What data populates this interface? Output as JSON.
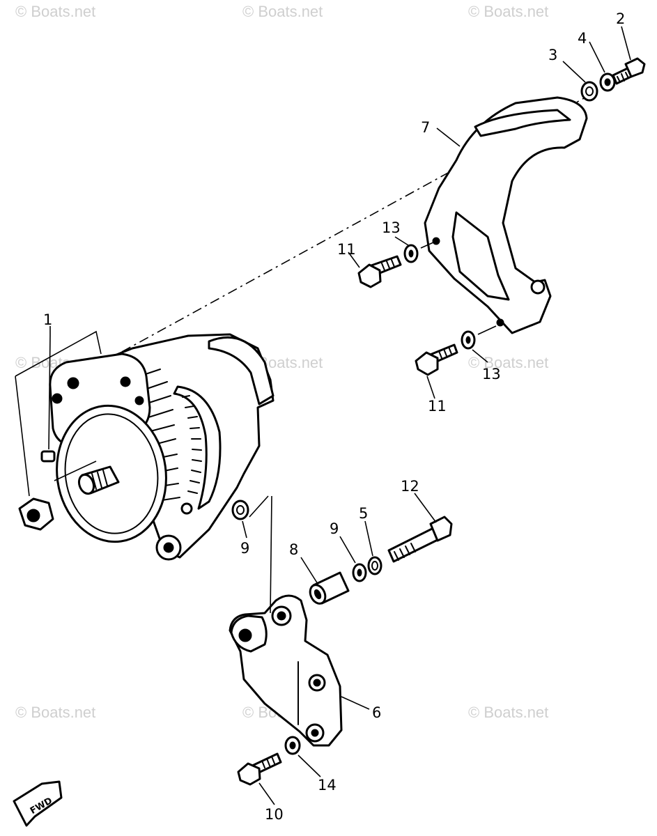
{
  "watermark": {
    "text": "© Boats.net",
    "color": "#cfcfcf"
  },
  "callouts": {
    "n1": "1",
    "n2": "2",
    "n3": "3",
    "n4": "4",
    "n5": "5",
    "n6": "6",
    "n7": "7",
    "n8": "8",
    "n9a": "9",
    "n9b": "9",
    "n10": "10",
    "n11a": "11",
    "n11b": "11",
    "n12": "12",
    "n13a": "13",
    "n13b": "13",
    "n14": "14"
  },
  "fwd_badge": "FWD"
}
